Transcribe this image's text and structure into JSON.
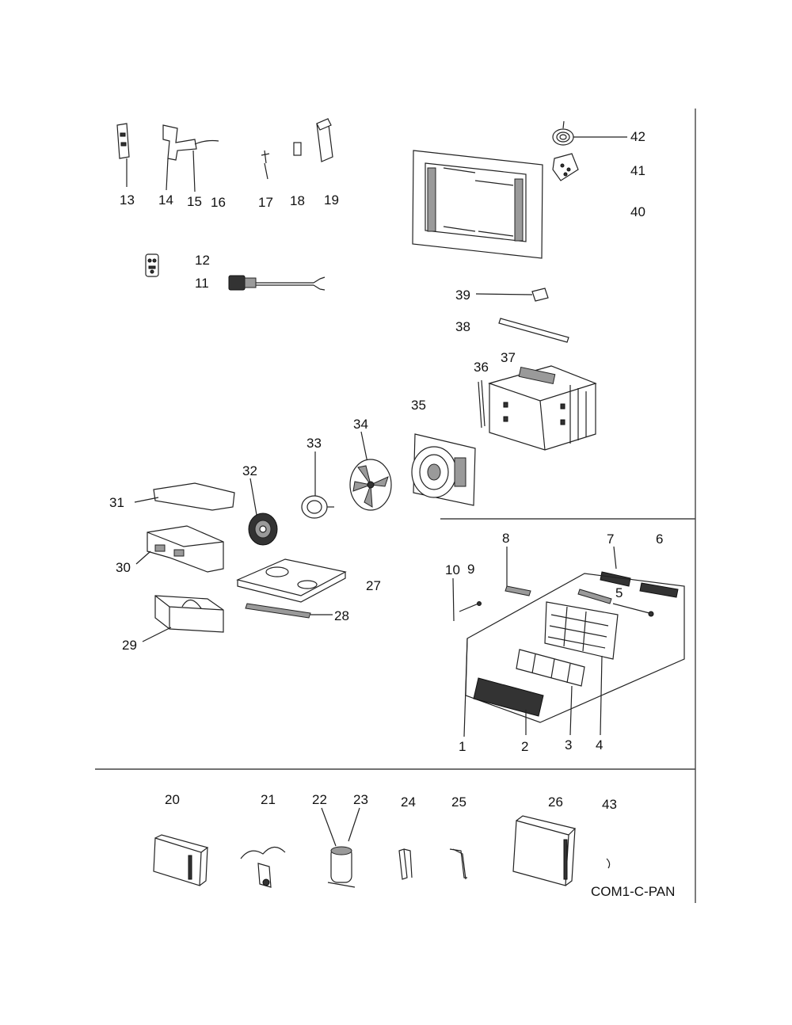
{
  "labels": {
    "p1": "1",
    "p2": "2",
    "p3": "3",
    "p4": "4",
    "p5": "5",
    "p6": "6",
    "p7": "7",
    "p8": "8",
    "p9": "9",
    "p10": "10",
    "p11": "11",
    "p12": "12",
    "p13": "13",
    "p14": "14",
    "p15": "15",
    "p16": "16",
    "p17": "17",
    "p18": "18",
    "p19": "19",
    "p20": "20",
    "p21": "21",
    "p22": "22",
    "p23": "23",
    "p24": "24",
    "p25": "25",
    "p26": "26",
    "p27": "27",
    "p28": "28",
    "p29": "29",
    "p30": "30",
    "p31": "31",
    "p32": "32",
    "p33": "33",
    "p34": "34",
    "p35": "35",
    "p36": "36",
    "p37": "37",
    "p38": "38",
    "p39": "39",
    "p40": "40",
    "p41": "41",
    "p42": "42",
    "p43": "43"
  },
  "diagram_code": "COM1-C-PAN"
}
